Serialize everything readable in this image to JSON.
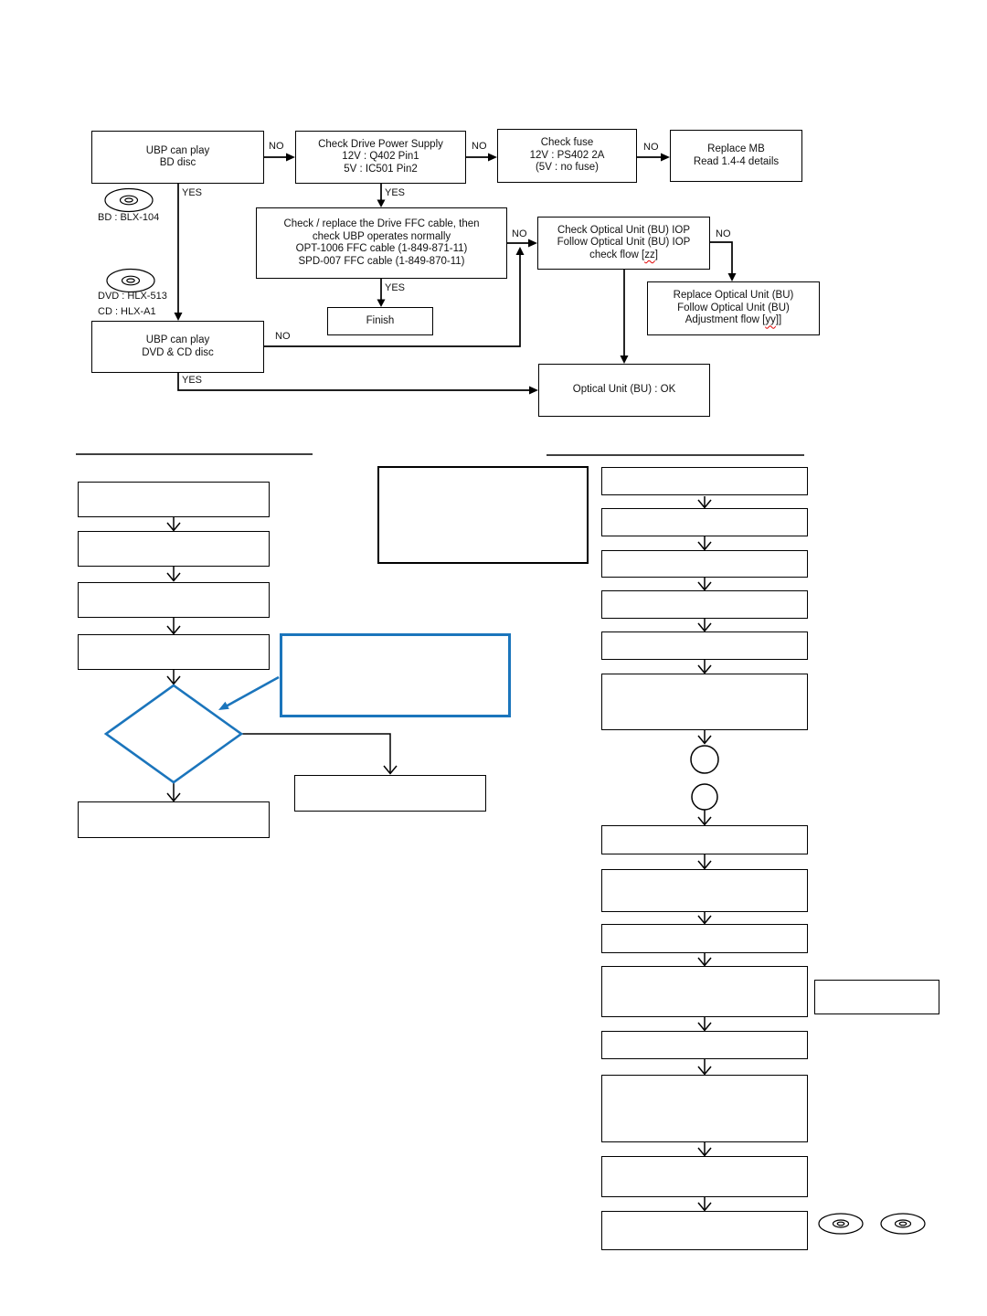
{
  "colors": {
    "accent_blue": "#1b75bc",
    "squiggle_red": "#e00000",
    "line": "#000000"
  },
  "labels": {
    "no": "NO",
    "yes": "YES"
  },
  "top_flowchart": {
    "ubp_bd": {
      "line1": "UBP can play",
      "line2": "BD disc"
    },
    "check_drive_power": {
      "line1": "Check Drive Power Supply",
      "line2": "12V : Q402 Pin1",
      "line3": "5V : IC501 Pin2"
    },
    "check_fuse": {
      "line1": "Check fuse",
      "line2": "12V : PS402 2A",
      "line3": "(5V : no fuse)"
    },
    "replace_mb": {
      "line1": "Replace MB",
      "line2": "Read 1.4-4 details"
    },
    "check_ffc": {
      "line1": "Check / replace the Drive FFC cable, then",
      "line2": "check UBP operates normally",
      "line3": "OPT-1006 FFC cable (1-849-871-11)",
      "line4": "SPD-007 FFC cable (1-849-870-11)"
    },
    "finish": {
      "label": "Finish"
    },
    "check_iop": {
      "line1": "Check Optical Unit (BU) IOP",
      "line2": "Follow  Optical Unit (BU) IOP",
      "line3_prefix": "check flow [",
      "line3_ref": "zz",
      "line3_suffix": "]"
    },
    "replace_bu": {
      "line1": "Replace Optical Unit (BU)",
      "line2": "Follow Optical Unit (BU)",
      "line3_prefix": "Adjustment flow [",
      "line3_ref": "yy",
      "line3_suffix": "]]"
    },
    "bu_ok": {
      "label": "Optical Unit (BU) : OK"
    },
    "ubp_dvd_cd": {
      "line1": "UBP can play",
      "line2": "DVD & CD disc"
    },
    "disc_labels": {
      "bd": "BD : BLX-104",
      "dvd": "DVD : HLX-513",
      "cd": "CD : HLX-A1"
    }
  }
}
